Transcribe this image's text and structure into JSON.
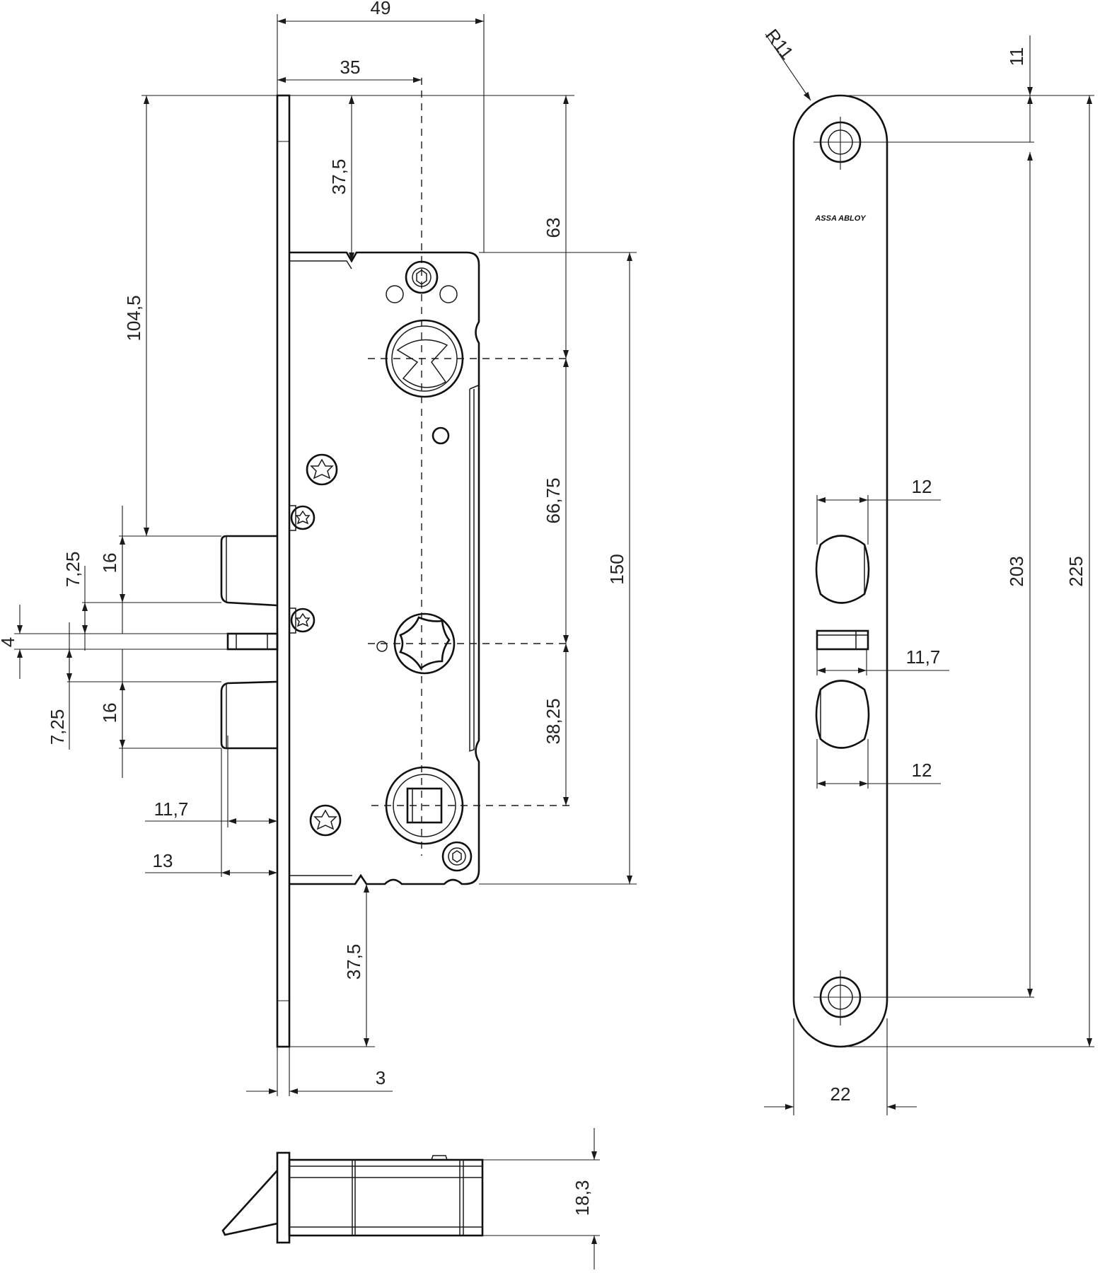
{
  "brand": {
    "logo_text": "ASSA ABLOY"
  },
  "front_view": {
    "dimensions": {
      "overall_depth": "49",
      "backset": "35",
      "top_offset": "37,5",
      "forend_to_top_screw": "104,5",
      "latch_height_upper": "16",
      "gap_upper": "7,25",
      "deadbolt_thickness": "4",
      "gap_lower": "7,25",
      "latch_height_lower": "16",
      "latch_throw": "11,7",
      "bolt_throw": "13",
      "cylinder_from_top": "63",
      "cylinder_to_follower": "66,75",
      "follower_to_square": "38,25",
      "case_height": "150",
      "bottom_offset": "37,5",
      "forend_thickness": "3"
    }
  },
  "faceplate_view": {
    "dimensions": {
      "corner_radius": "R11",
      "top_edge_to_hole": "11",
      "latch_width_upper": "12",
      "bolt_width": "11,7",
      "latch_width_lower": "12",
      "hole_spacing": "203",
      "plate_length": "225",
      "plate_width": "22"
    }
  },
  "bottom_view": {
    "dimensions": {
      "thickness": "18,3"
    }
  }
}
